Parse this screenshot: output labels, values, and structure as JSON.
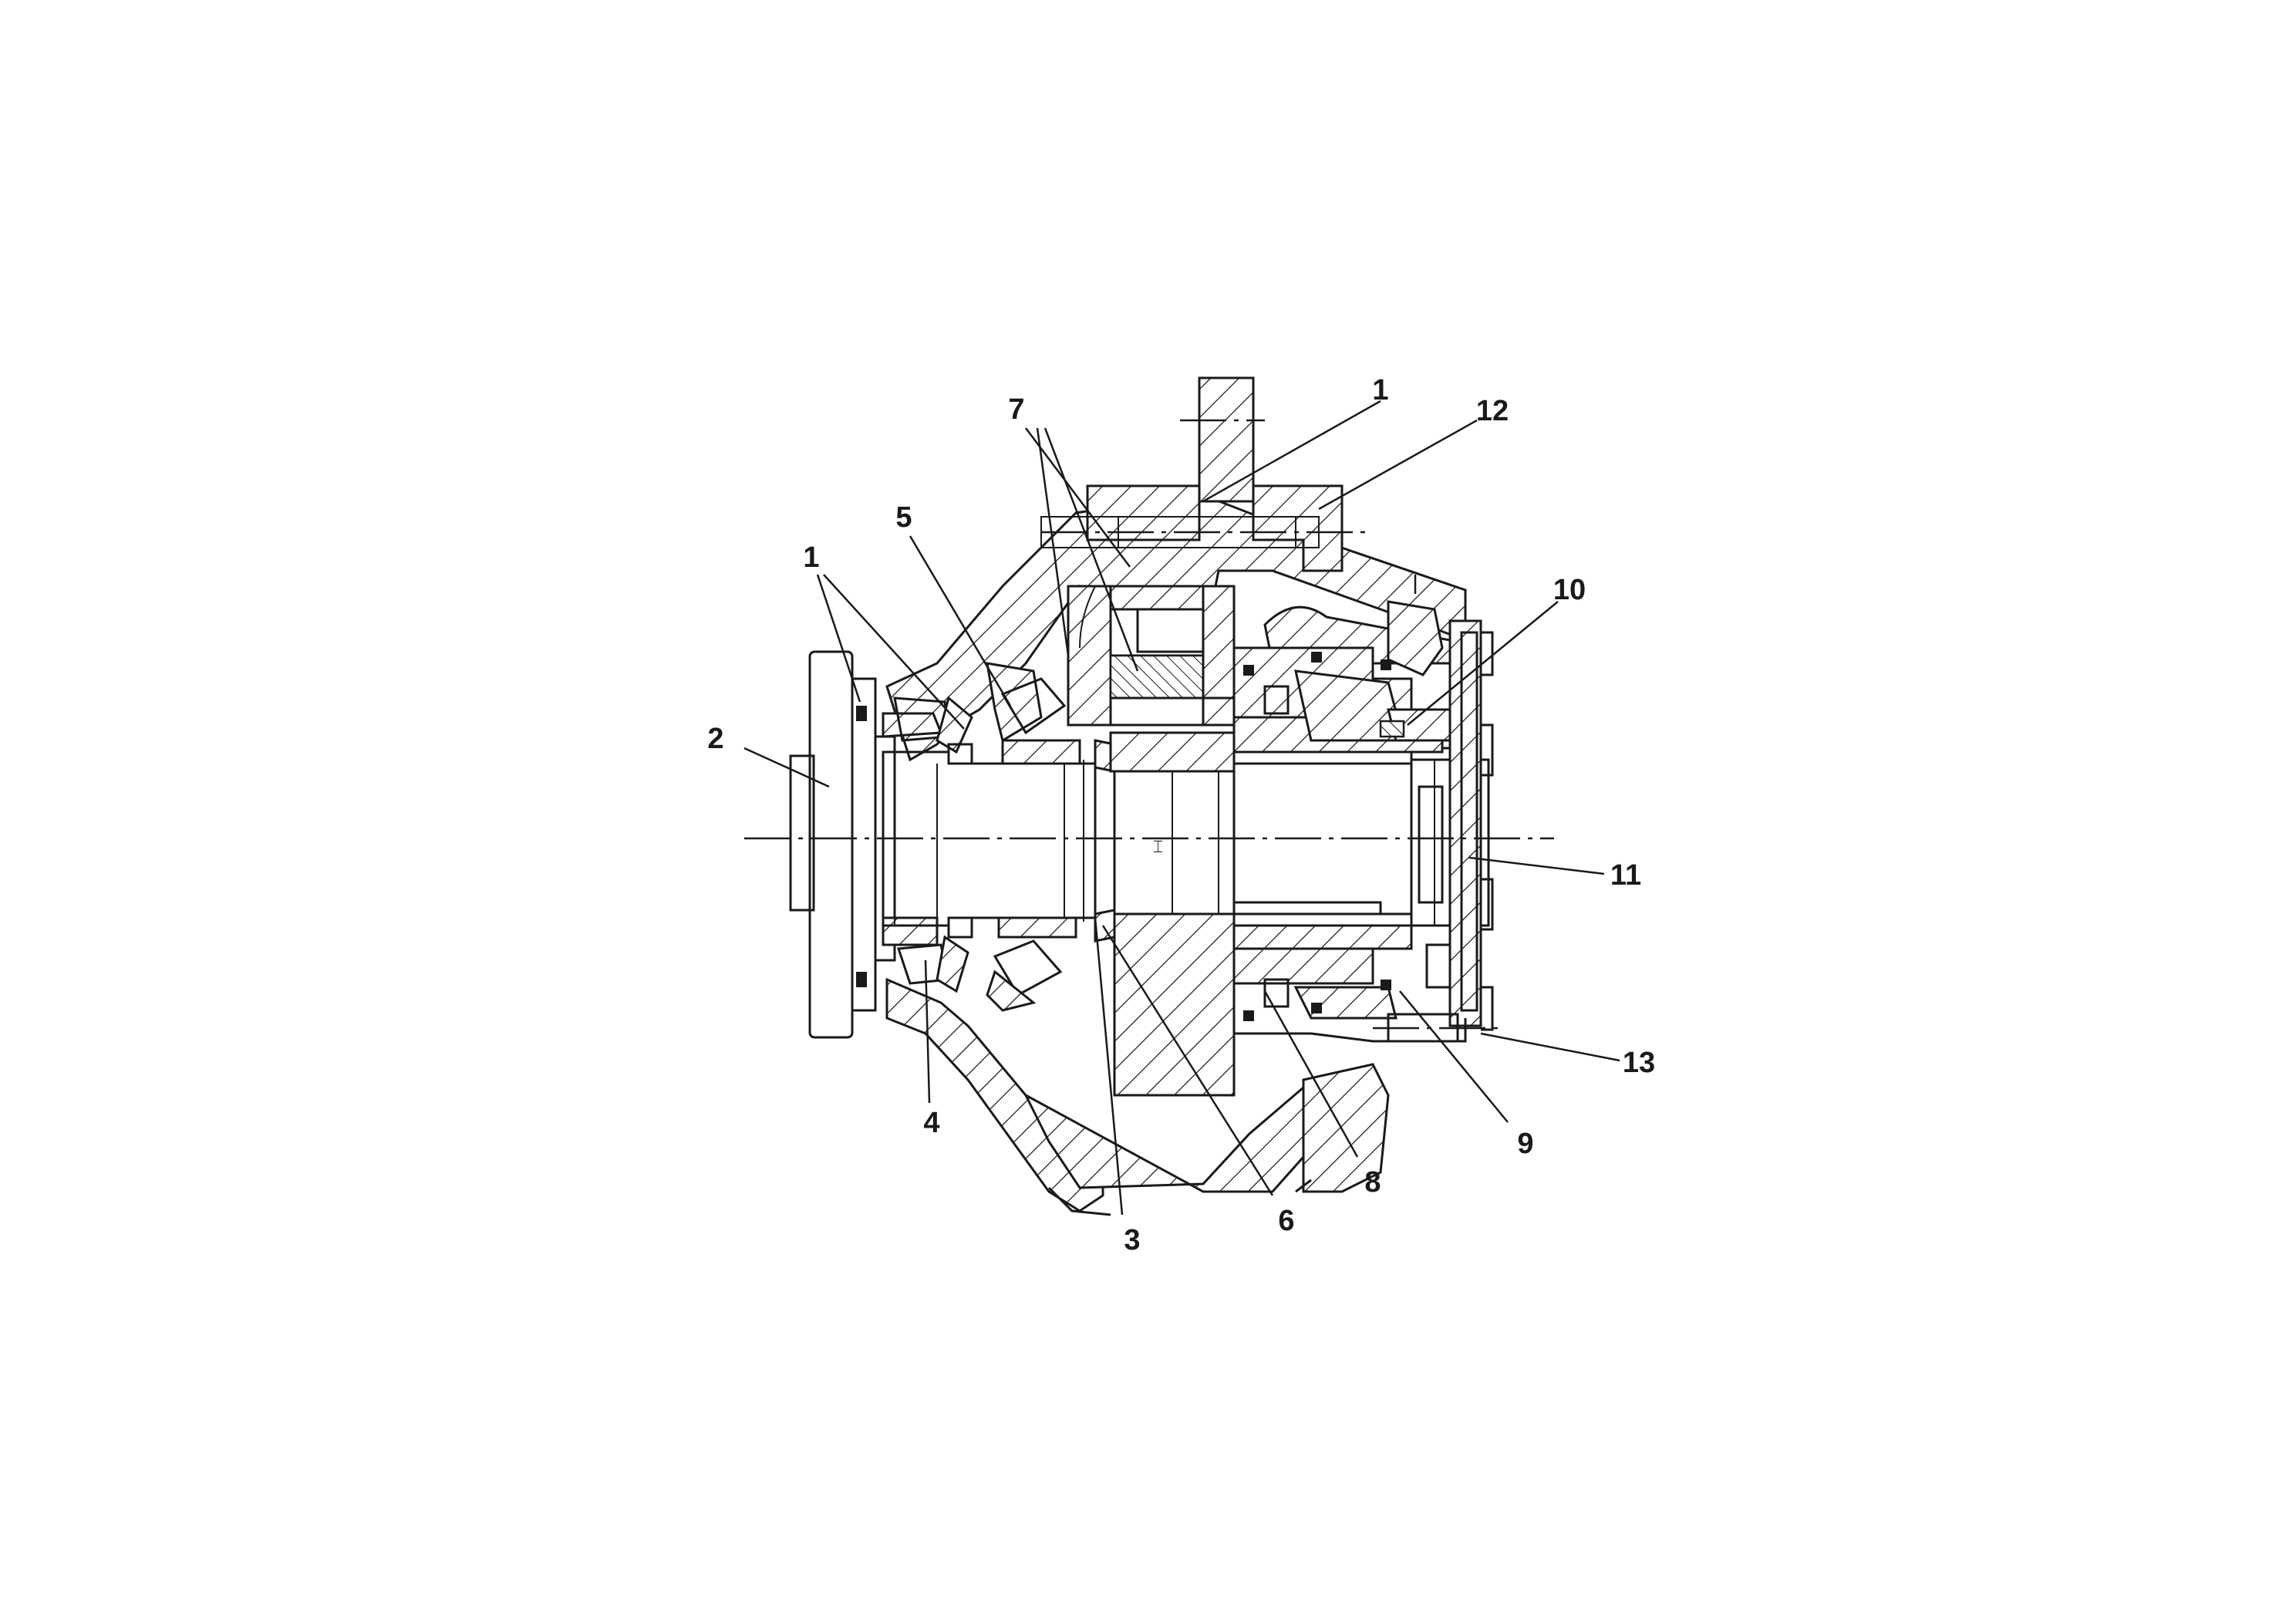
{
  "callouts": [
    {
      "id": "c1a",
      "text": "1"
    },
    {
      "id": "c12",
      "text": "12"
    },
    {
      "id": "c7",
      "text": "7"
    },
    {
      "id": "c5",
      "text": "5"
    },
    {
      "id": "c1b",
      "text": "1"
    },
    {
      "id": "c10",
      "text": "10"
    },
    {
      "id": "c2",
      "text": "2"
    },
    {
      "id": "c11",
      "text": "11"
    },
    {
      "id": "c13",
      "text": "13"
    },
    {
      "id": "c4",
      "text": "4"
    },
    {
      "id": "c9",
      "text": "9"
    },
    {
      "id": "c8",
      "text": "8"
    },
    {
      "id": "c6",
      "text": "6"
    },
    {
      "id": "c3",
      "text": "3"
    }
  ]
}
